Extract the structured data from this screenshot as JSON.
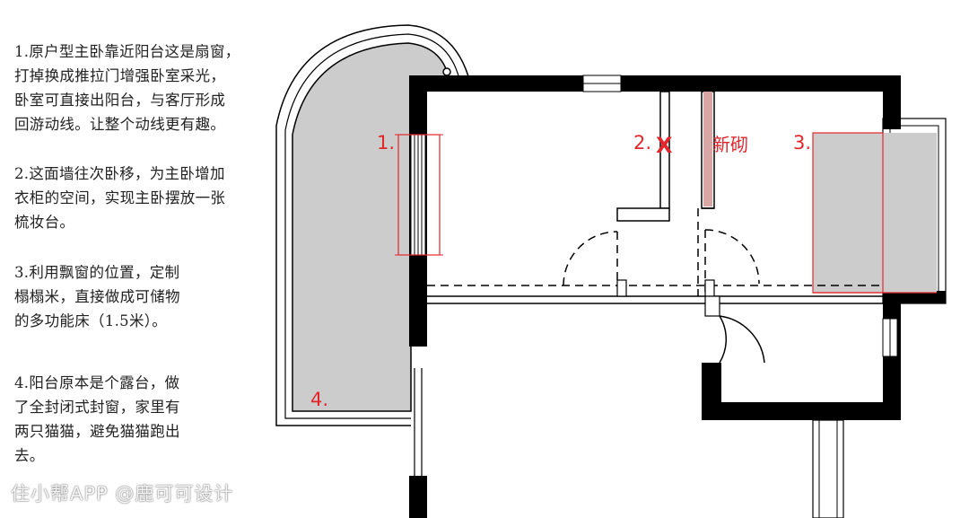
{
  "notes": [
    "1.原户型主卧靠近阳台这是扇窗，\n打掉换成推拉门增强卧室采光，\n卧室可直接出阳台，与客厅形成\n回游动线。让整个动线更有趣。",
    "2.这面墙往次卧移，为主卧增加\n衣柜的空间，实现主卧摆放一张\n梳妆台。",
    "3.利用飘窗的位置，定制\n榻榻米，直接做成可储物\n的多功能床（1.5米）。",
    "4.阳台原本是个露台，做\n了全封闭式封窗，家里有\n两只猫猫，避免猫猫跑出\n去。"
  ],
  "plan_labels": {
    "m1": "1.",
    "m2": "2.",
    "m2_cross": "X",
    "new_wall": "新砌",
    "m3": "3.",
    "m4": "4."
  },
  "watermark": "住小帮APP @鹿可可设计",
  "colors": {
    "wall": "#000000",
    "accent_red": "#e3262c",
    "fill_grey": "#cccccc",
    "new_wall_fill": "#d9a6a6"
  }
}
